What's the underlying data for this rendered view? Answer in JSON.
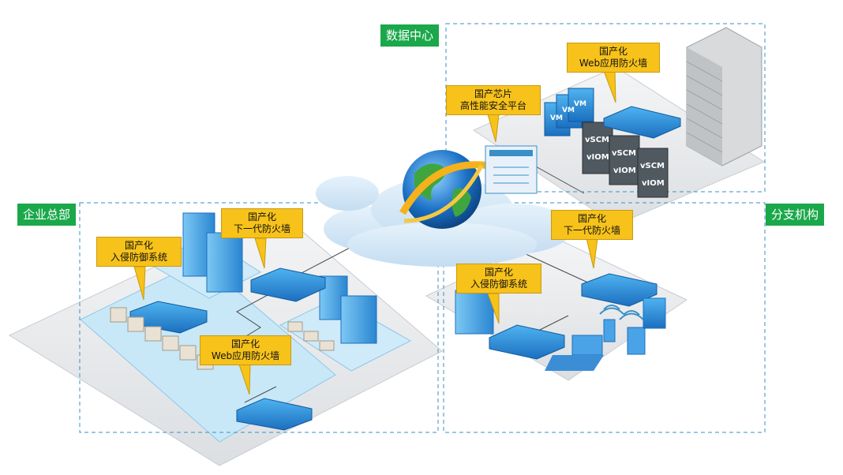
{
  "regions": {
    "data_center": "数据中心",
    "hq": "企业总部",
    "branch": "分支机构"
  },
  "callouts": {
    "dc_chip": [
      "国产芯片",
      "高性能安全平台"
    ],
    "dc_waf": [
      "国产化",
      "Web应用防火墙"
    ],
    "hq_ngfw": [
      "国产化",
      "下一代防火墙"
    ],
    "hq_ips": [
      "国产化",
      "入侵防御系统"
    ],
    "hq_waf": [
      "国产化",
      "Web应用防火墙"
    ],
    "br_ngfw": [
      "国产化",
      "下一代防火墙"
    ],
    "br_ips": [
      "国产化",
      "入侵防御系统"
    ]
  },
  "device_labels": {
    "vm": "VM",
    "vscm": "vSCM",
    "viom": "vIOM"
  },
  "colors": {
    "region_label_bg": "#1aa84a",
    "callout_bg": "#f7c21a",
    "dash": "#3a8fc7",
    "device_blue": "#1d7fd0",
    "cloud": "#cfe4f5"
  }
}
